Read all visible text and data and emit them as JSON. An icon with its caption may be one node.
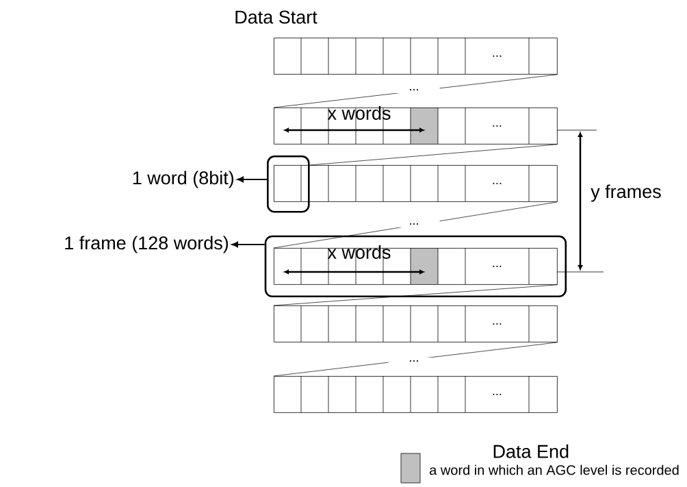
{
  "diagram": {
    "nodes": [
      {
        "text": [
          "..."
        ],
        "beside": [
          "Data Start"
        ]
      },
      {
        "text": [
          "..."
        ]
      },
      {
        "text": [
          "..."
        ]
      },
      {
        "text": [],
        "shape": "box"
      },
      {
        "text": [
          "..."
        ],
        "in": 3
      },
      {
        "text": [
          "..."
        ]
      },
      {
        "text": [
          "..."
        ],
        "beside": [
          "Data End"
        ]
      },
      {
        "text": [],
        "shape": "box"
      },
      {
        "text": [
          "1 word (8bit)"
        ]
      },
      {
        "text": [
          "1 frame (128 words)"
        ]
      }
    ],
    "edges": [
      {
        "from": 7,
        "to": 8,
        "arrow": "to"
      },
      {
        "from": 3,
        "to": 9,
        "arrow": "to"
      },
      {
        "from": 0,
        "to": 1,
        "arrow": "none"
      },
      {
        "from": 1,
        "to": 2,
        "arrow": "none"
      },
      {
        "from": 2,
        "to": 4,
        "arrow": "none"
      },
      {
        "from": 4,
        "to": 5,
        "arrow": "none"
      },
      {
        "from": 5,
        "to": 6,
        "arrow": "none"
      }
    ],
    "labels": [
      "...",
      "x words",
      "y frames",
      "...",
      "x words",
      "..."
    ],
    "legend": [
      {
        "text": "a word in which an AGC level is recorded",
        "color": "#c0c0c0"
      }
    ]
  }
}
